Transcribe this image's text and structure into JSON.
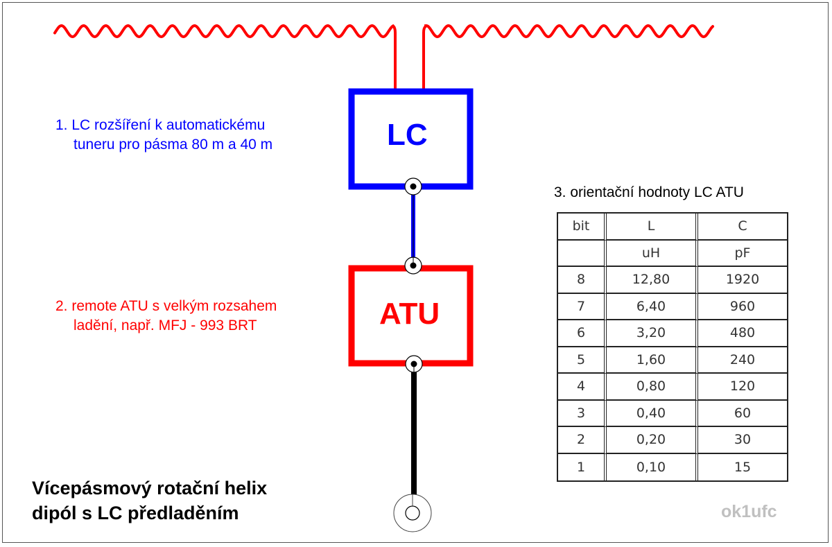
{
  "title": [
    "Vícepásmový rotační helix",
    "dipól s LC předladěním"
  ],
  "signature": "ok1ufc",
  "colors": {
    "lc": "#0000ff",
    "atu": "#ff0000",
    "antenna": "#ff0000",
    "coax": "#000000",
    "signature": "#c0c0c0"
  },
  "blocks": {
    "lc": {
      "label": "LC"
    },
    "atu": {
      "label": "ATU"
    }
  },
  "notes": {
    "lc": [
      "1. LC rozšíření k automatickému",
      "tuneru pro pásma 80 m a 40 m"
    ],
    "atu": [
      "2. remote ATU s velkým rozsahem",
      "ladění, např. MFJ - 993 BRT"
    ]
  },
  "table": {
    "caption": "3. orientační hodnoty LC ATU",
    "header": [
      "bit",
      "L",
      "C"
    ],
    "units": [
      "",
      "uH",
      "pF"
    ],
    "rows": [
      [
        "8",
        "12,80",
        "1920"
      ],
      [
        "7",
        "6,40",
        "960"
      ],
      [
        "6",
        "3,20",
        "480"
      ],
      [
        "5",
        "1,60",
        "240"
      ],
      [
        "4",
        "0,80",
        "120"
      ],
      [
        "3",
        "0,40",
        "60"
      ],
      [
        "2",
        "0,20",
        "30"
      ],
      [
        "1",
        "0,10",
        "15"
      ]
    ]
  },
  "icons": {
    "antenna": "helix-dipole-icon",
    "connector": "coax-connector-icon",
    "feed": "feedpoint-connector-icon"
  }
}
